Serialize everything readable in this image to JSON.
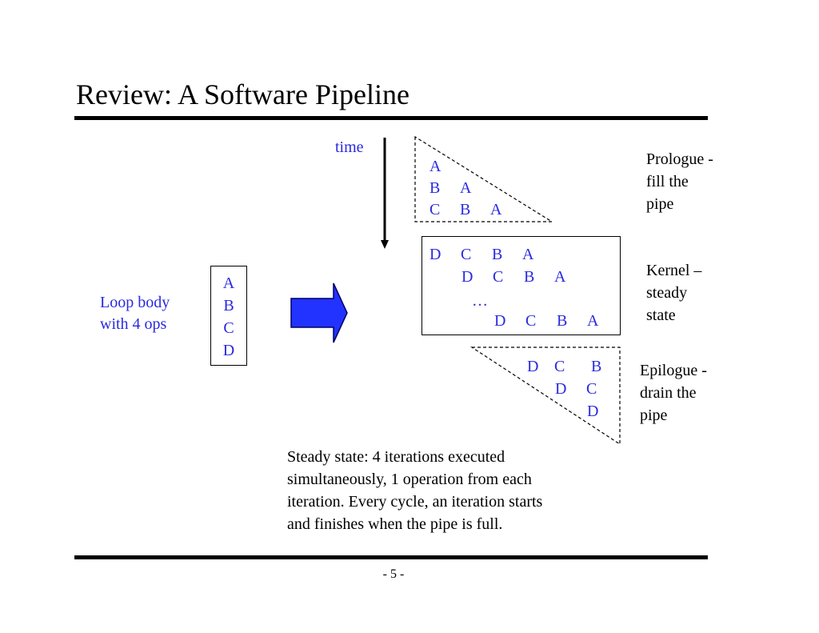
{
  "slide": {
    "title": "Review: A Software Pipeline",
    "page_number": "- 5 -"
  },
  "time_label": "time",
  "loop": {
    "label_line1": "Loop body",
    "label_line2": "with 4 ops",
    "ops": [
      "A",
      "B",
      "C",
      "D"
    ]
  },
  "prologue": {
    "rows": [
      [
        "A"
      ],
      [
        "B",
        "A"
      ],
      [
        "C",
        "B",
        "A"
      ]
    ],
    "label_lines": [
      "Prologue -",
      "fill the",
      "pipe"
    ]
  },
  "kernel": {
    "rows": [
      [
        "D",
        "C",
        "B",
        "A"
      ],
      [
        "D",
        "C",
        "B",
        "A"
      ],
      [
        "…"
      ],
      [
        "D",
        "C",
        "B",
        "A"
      ]
    ],
    "label_lines": [
      "Kernel –",
      "steady",
      "state"
    ]
  },
  "epilogue": {
    "rows": [
      [
        "D",
        "C",
        "B"
      ],
      [
        "D",
        "C"
      ],
      [
        "D"
      ]
    ],
    "label_lines": [
      "Epilogue -",
      "drain the",
      "pipe"
    ]
  },
  "caption_lines": [
    "Steady state: 4 iterations executed",
    "simultaneously, 1 operation from each",
    "iteration.  Every cycle, an iteration starts",
    "and finishes when the pipe is full."
  ],
  "colors": {
    "accent_blue": "#2a2adf",
    "arrow_fill": "#2233ff",
    "arrow_stroke": "#000066"
  }
}
